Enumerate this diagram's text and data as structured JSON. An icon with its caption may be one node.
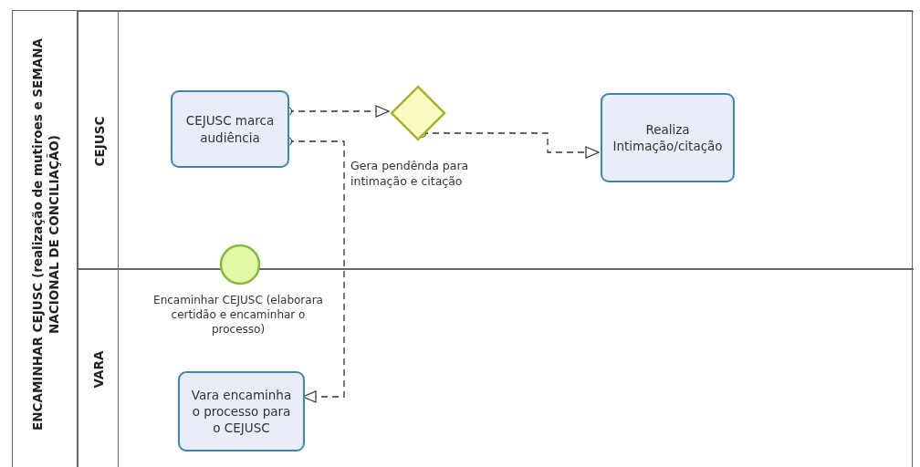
{
  "diagram": {
    "nodes": [
      {
        "text": [
          "ENCAMINHAR CEJUSC (realização de mutiroes e SEMANA NACIONAL DE CONCILIAÇÃO)"
        ]
      },
      {
        "text": [
          "CEJUSC"
        ],
        "in": 0
      },
      {
        "text": [
          "VARA"
        ],
        "in": 0
      },
      {
        "text": [
          "CEJUSC marca audiência"
        ],
        "in": 1
      },
      {
        "text": [],
        "shape": "diamond",
        "in": 1
      },
      {
        "text": [
          "Realiza Intimação/citação"
        ],
        "in": 1
      },
      {
        "text": [
          "Encaminhar CEJUSC (elaborara certidão e encaminhar o processo)"
        ],
        "in": 0
      },
      {
        "text": [
          "Vara encaminha o processo para o CEJUSC"
        ],
        "in": 2
      }
    ],
    "edges": [
      {
        "from": 3,
        "to": 4,
        "arrow": "to",
        "style": "dashed"
      },
      {
        "from": 4,
        "to": 5,
        "arrow": "to",
        "style": "dashed"
      },
      {
        "from": 3,
        "to": 7,
        "arrow": "to",
        "style": "dashed",
        "label": "Gera pendênda para intimação e citação"
      }
    ]
  }
}
